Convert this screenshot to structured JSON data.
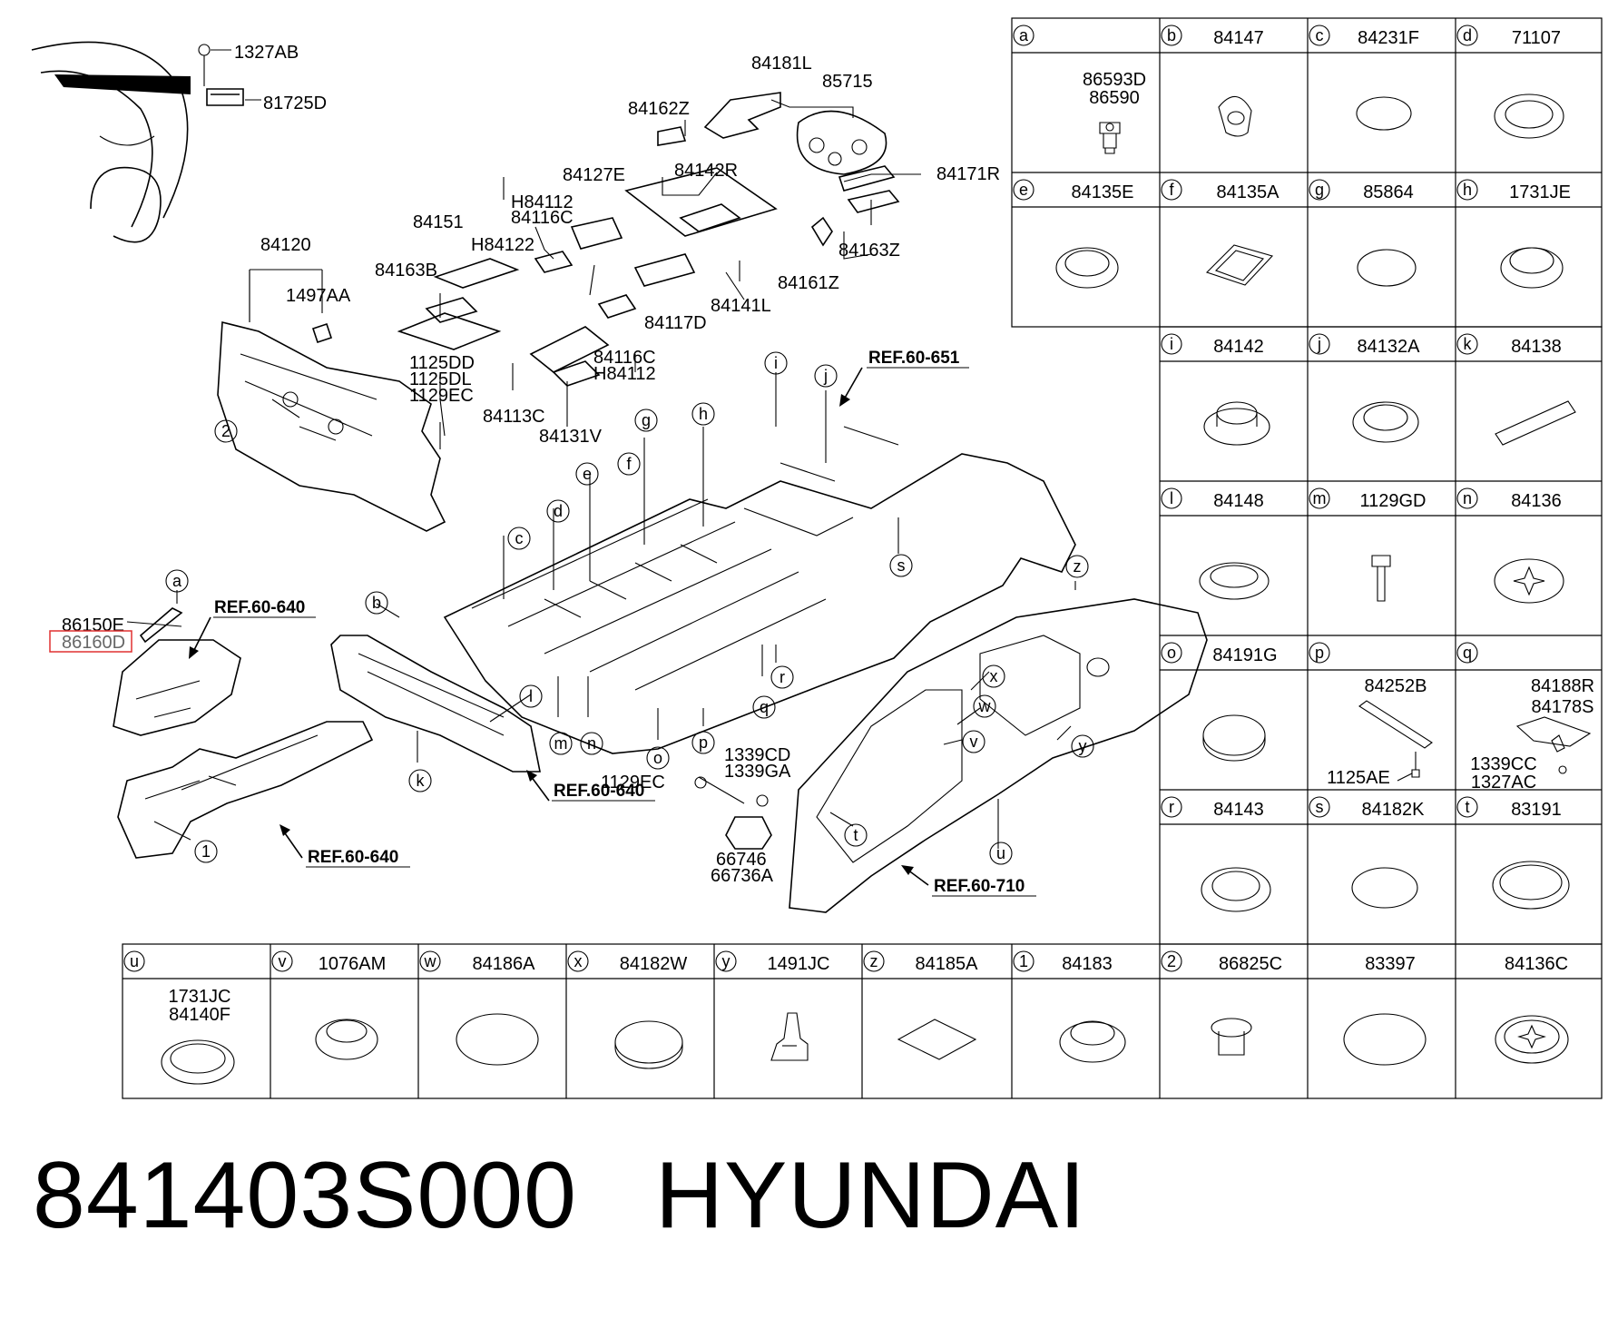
{
  "footer": {
    "part_number": "841403S000",
    "brand": "HYUNDAI"
  },
  "diagram_labels": {
    "l1327AB": "1327AB",
    "l81725D": "81725D",
    "l84181L": "84181L",
    "l85715": "85715",
    "l84162Z": "84162Z",
    "l84127E": "84127E",
    "l84142R": "84142R",
    "l84171R": "84171R",
    "lH84112a": "H84112",
    "l84116Ca": "84116C",
    "l84151": "84151",
    "lH84122": "H84122",
    "l84163Z": "84163Z",
    "l84161Z": "84161Z",
    "l84120": "84120",
    "l84163B": "84163B",
    "l1497AA": "1497AA",
    "l84117D": "84117D",
    "l84141L": "84141L",
    "l1125DD": "1125DD",
    "l1125DL": "1125DL",
    "l1129EC": "1129EC",
    "l84116Cb": "84116C",
    "lH84112b": "H84112",
    "l84113C": "84113C",
    "l84131V": "84131V",
    "l86150E": "86150E",
    "l86160D": "86160D",
    "l1339CD": "1339CD",
    "l1339GA": "1339GA",
    "l1129EC2": "1129EC",
    "l66746": "66746",
    "l66736A": "66736A"
  },
  "refs": {
    "r651": "REF.60-651",
    "r640a": "REF.60-640",
    "r640b": "REF.60-640",
    "r640c": "REF.60-640",
    "r710": "REF.60-710"
  },
  "callouts": [
    "a",
    "b",
    "c",
    "d",
    "e",
    "f",
    "g",
    "h",
    "i",
    "j",
    "k",
    "l",
    "m",
    "n",
    "o",
    "p",
    "q",
    "r",
    "s",
    "t",
    "u",
    "v",
    "w",
    "x",
    "y",
    "z",
    "1",
    "2"
  ],
  "legend": {
    "a": {
      "letter": "a",
      "codes": [
        "86593D",
        "86590"
      ]
    },
    "b": {
      "letter": "b",
      "codes": [
        "84147"
      ]
    },
    "c": {
      "letter": "c",
      "codes": [
        "84231F"
      ]
    },
    "d": {
      "letter": "d",
      "codes": [
        "71107"
      ]
    },
    "e": {
      "letter": "e",
      "codes": [
        "84135E"
      ]
    },
    "f": {
      "letter": "f",
      "codes": [
        "84135A"
      ]
    },
    "g": {
      "letter": "g",
      "codes": [
        "85864"
      ]
    },
    "h": {
      "letter": "h",
      "codes": [
        "1731JE"
      ]
    },
    "i": {
      "letter": "i",
      "codes": [
        "84142"
      ]
    },
    "j": {
      "letter": "j",
      "codes": [
        "84132A"
      ]
    },
    "k": {
      "letter": "k",
      "codes": [
        "84138"
      ]
    },
    "l": {
      "letter": "l",
      "codes": [
        "84148"
      ]
    },
    "m": {
      "letter": "m",
      "codes": [
        "1129GD"
      ]
    },
    "n": {
      "letter": "n",
      "codes": [
        "84136"
      ]
    },
    "o": {
      "letter": "o",
      "codes": [
        "84191G"
      ]
    },
    "p": {
      "letter": "p",
      "codes": [
        "84252B",
        "1125AE"
      ]
    },
    "q": {
      "letter": "q",
      "codes": [
        "84188R",
        "84178S",
        "1339CC",
        "1327AC"
      ]
    },
    "r": {
      "letter": "r",
      "codes": [
        "84143"
      ]
    },
    "s": {
      "letter": "s",
      "codes": [
        "84182K"
      ]
    },
    "t": {
      "letter": "t",
      "codes": [
        "83191"
      ]
    },
    "u": {
      "letter": "u",
      "codes": [
        "1731JC",
        "84140F"
      ]
    },
    "v": {
      "letter": "v",
      "codes": [
        "1076AM"
      ]
    },
    "w": {
      "letter": "w",
      "codes": [
        "84186A"
      ]
    },
    "x": {
      "letter": "x",
      "codes": [
        "84182W"
      ]
    },
    "y": {
      "letter": "y",
      "codes": [
        "1491JC"
      ]
    },
    "z": {
      "letter": "z",
      "codes": [
        "84185A"
      ]
    },
    "one": {
      "letter": "1",
      "codes": [
        "84183"
      ]
    },
    "two": {
      "letter": "2",
      "codes": [
        "86825C"
      ]
    },
    "extra1": {
      "letter": "",
      "codes": [
        "83397"
      ]
    },
    "extra2": {
      "letter": "",
      "codes": [
        "84136C"
      ]
    }
  },
  "colors": {
    "line": "#000000",
    "highlight": "#e03030"
  }
}
